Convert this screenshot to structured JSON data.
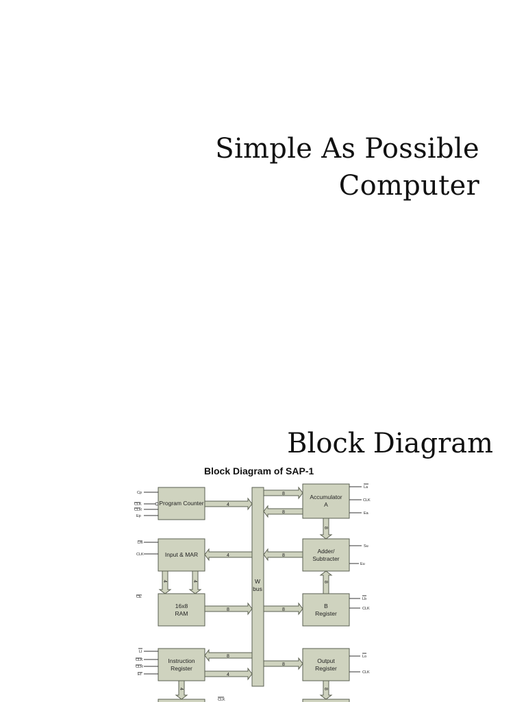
{
  "slide1": {
    "title_line1": "Simple As Possible",
    "title_line2": "Computer"
  },
  "slide2": {
    "title": "Block Diagram"
  },
  "diagram": {
    "caption": "Block Diagram of SAP-1",
    "bus_label": [
      "W",
      "bus"
    ],
    "blocks": {
      "program_counter": [
        "Program Counter"
      ],
      "input_mar": [
        "Input & MAR"
      ],
      "ram": [
        "16x8",
        "RAM"
      ],
      "instruction_register": [
        "Instruction",
        "Register"
      ],
      "accumulator": [
        "Accumulator",
        "A"
      ],
      "adder_subtracter": [
        "Adder/",
        "Subtracter"
      ],
      "b_register": [
        "B",
        "Register"
      ],
      "output_register": [
        "Output",
        "Register"
      ]
    },
    "signals_left": {
      "pc": [
        "Cp",
        "CLK",
        "CLR",
        "Ep"
      ],
      "mar": [
        "Lm",
        "CLK"
      ],
      "ram": [
        "CE"
      ],
      "ir": [
        "LI",
        "CLK",
        "CLR",
        "EI"
      ]
    },
    "signals_right": {
      "acc": [
        "La",
        "CLK",
        "Ea"
      ],
      "alu": [
        "Su",
        "Eu"
      ],
      "b": [
        "Lb",
        "CLK"
      ],
      "out": [
        "Lo",
        "CLK"
      ]
    },
    "bottom_signal": "CLK",
    "widths": {
      "pc_to_bus": "4",
      "bus_to_acc": "8",
      "acc_to_bus": "8",
      "acc_to_alu": "8",
      "bus_to_mar": "4",
      "alu_to_bus": "8",
      "mar_to_ram_a": "4",
      "mar_to_ram_b": "4",
      "b_to_alu": "8",
      "ram_to_bus": "8",
      "bus_to_b": "8",
      "bus_to_ir": "8",
      "ir_to_bus": "4",
      "bus_to_out": "8",
      "ir_down": "4",
      "out_down": "8"
    }
  }
}
